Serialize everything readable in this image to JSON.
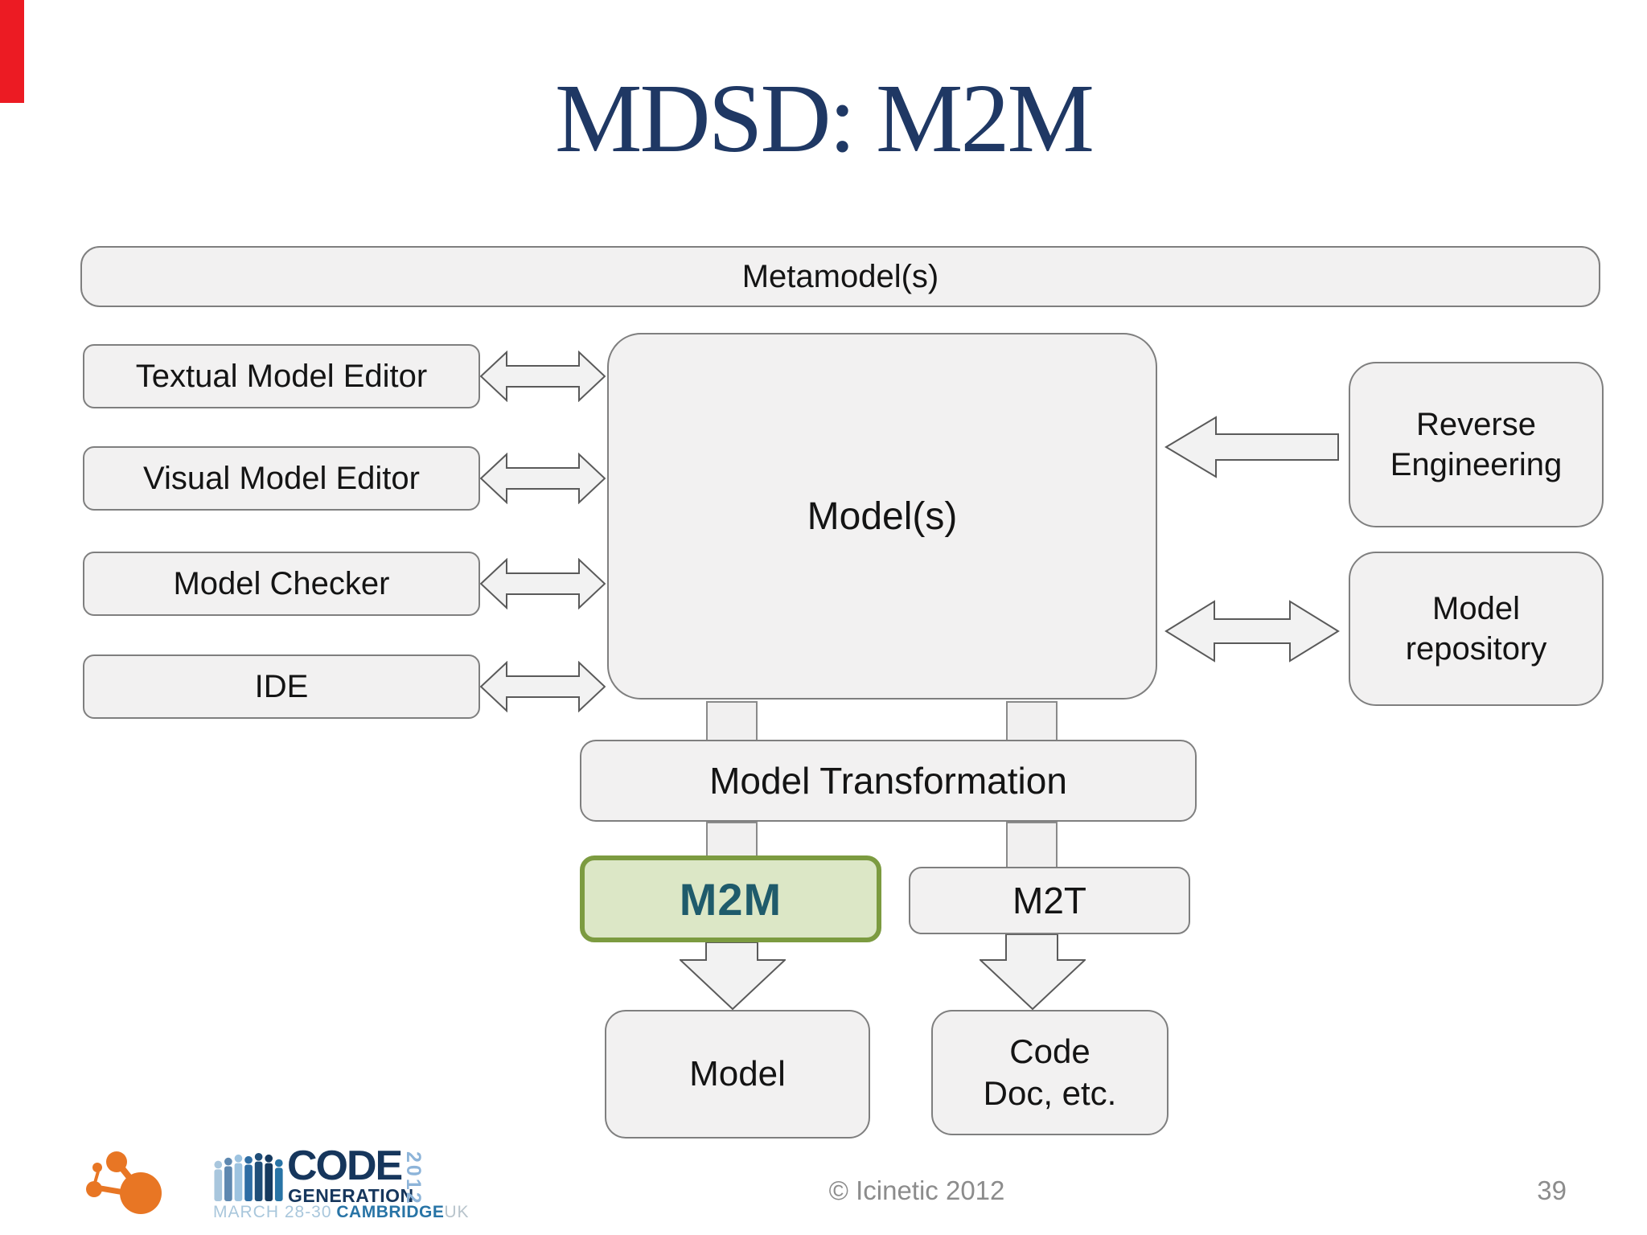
{
  "slide": {
    "title": "MDSD: M2M",
    "copyright": "© Icinetic 2012",
    "page_number": "39"
  },
  "diagram": {
    "metamodel_label": "Metamodel(s)",
    "left_tools": [
      "Textual Model Editor",
      "Visual Model Editor",
      "Model Checker",
      "IDE"
    ],
    "models_label": "Model(s)",
    "reverse_engineering_label": "Reverse Engineering",
    "model_repository_label": "Model repository",
    "transformation_label": "Model Transformation",
    "m2m_label": "M2M",
    "m2t_label": "M2T",
    "output_model_label": "Model",
    "output_code_lines": [
      "Code",
      "Doc, etc."
    ]
  },
  "footer_logo": {
    "code": "CODE",
    "generation": "GENERATION",
    "year": "2012",
    "dates": "MARCH 28-30",
    "city": "CAMBRIDGE",
    "country": "UK"
  },
  "colors": {
    "accent_bar": "#EC1B23",
    "title": "#1F3864",
    "box_fill": "#F2F1F1",
    "box_border": "#7F7F7F",
    "arrow_fill": "#F2F2F2",
    "arrow_stroke": "#5A5A5A",
    "m2m_fill": "#DCE7C6",
    "m2m_border": "#7C9B40",
    "m2m_text": "#1F5B6B",
    "logo_orange": "#E87624",
    "logo_navy": "#16365C",
    "logo_blue": "#2874A6",
    "logo_lightblue": "#9DC3E0",
    "footer_text": "#8C8C8C"
  }
}
